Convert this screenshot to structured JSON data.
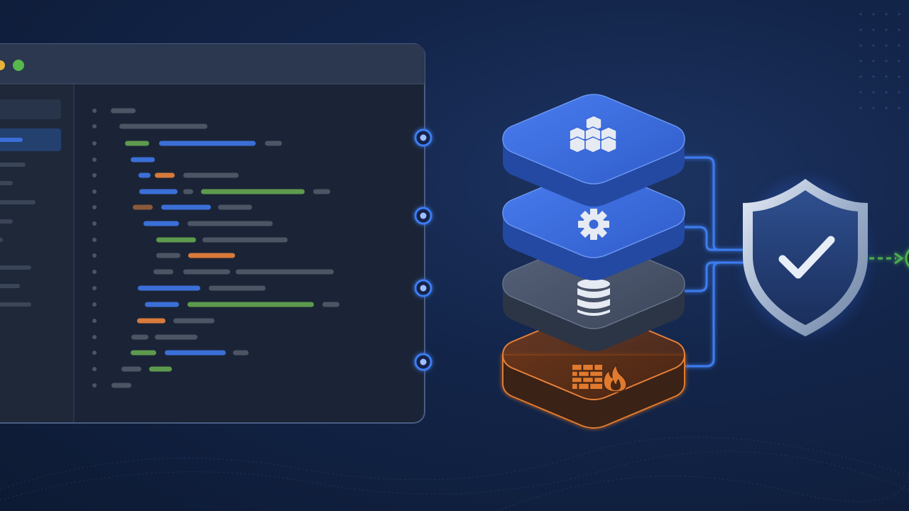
{
  "colors": {
    "background": "#13254a",
    "window_frame": "#2a3a55",
    "window_body": "#1b2436",
    "sidebar": "#1e2839",
    "code_gray": "#4b5563",
    "code_blue": "#3b6fd8",
    "code_green": "#5e9a4e",
    "code_orange": "#d97a3a",
    "layer_blue_top": "#3f6fe0",
    "layer_blue_side": "#2a4fae",
    "layer_gray_top": "#4a5568",
    "layer_gray_side": "#323c4e",
    "layer_orange": "#e07a2e",
    "connector": "#3d7df0",
    "shield": "#c9d6ea",
    "check": "#e8eef8",
    "arrow": "#4caf50"
  },
  "layers": [
    {
      "name": "modules",
      "icon": "cubes-icon",
      "style": "blue"
    },
    {
      "name": "config",
      "icon": "gear-icon",
      "style": "blue"
    },
    {
      "name": "storage",
      "icon": "database-icon",
      "style": "gray"
    },
    {
      "name": "firewall",
      "icon": "firewall-icon",
      "style": "orange"
    }
  ],
  "result": {
    "icon": "shield-check-icon"
  }
}
